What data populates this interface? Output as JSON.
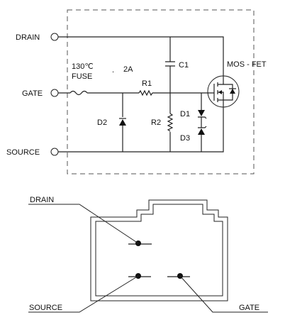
{
  "schematic": {
    "terminals": {
      "drain": "DRAIN",
      "gate": "GATE",
      "source": "SOURCE"
    },
    "fuse": {
      "temp": "130℃",
      "name": "FUSE",
      "rating": "2A"
    },
    "components": {
      "r1": "R1",
      "r2": "R2",
      "c1": "C1",
      "d1": "D1",
      "d2": "D2",
      "d3": "D3",
      "mosfet": "MOS - FET"
    }
  },
  "connector": {
    "pins": {
      "drain": "DRAIN",
      "source": "SOURCE",
      "gate": "GATE"
    }
  }
}
